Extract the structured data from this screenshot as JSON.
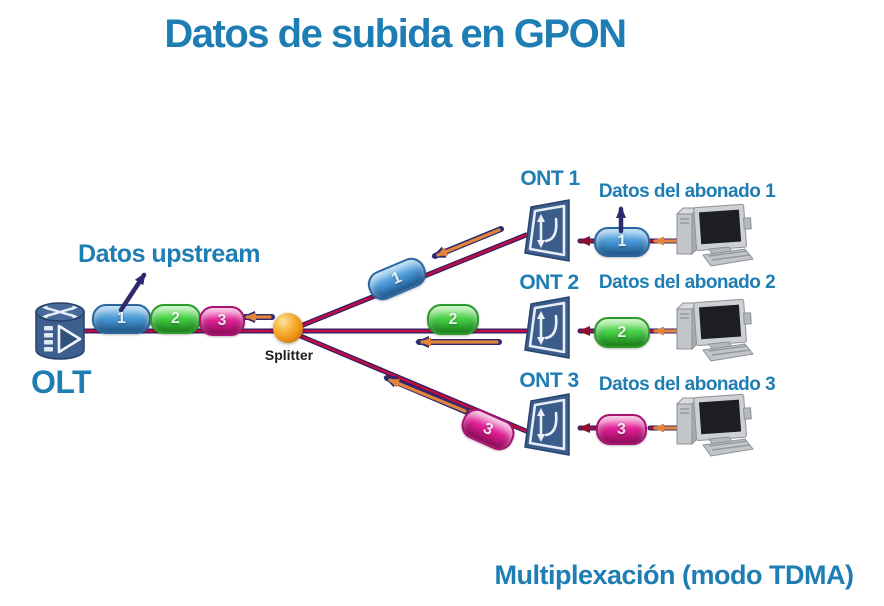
{
  "title": "Datos de subida en GPON",
  "footer": "Multiplexación (modo TDMA)",
  "upstream_label": "Datos upstream",
  "olt": {
    "label": "OLT"
  },
  "splitter": {
    "label": "Splitter"
  },
  "trunk_packets": [
    {
      "id": "1"
    },
    {
      "id": "2"
    },
    {
      "id": "3"
    }
  ],
  "branches": [
    {
      "ont_label": "ONT 1",
      "subscriber_label": "Datos del abonado 1",
      "packet": "1"
    },
    {
      "ont_label": "ONT 2",
      "subscriber_label": "Datos del abonado 2",
      "packet": "2"
    },
    {
      "ont_label": "ONT 3",
      "subscriber_label": "Datos del abonado 3",
      "packet": "3"
    }
  ],
  "colors": {
    "accent_teal": "#1e7db2",
    "device_blue": "#3c5d8c",
    "packet_blue": "#4b9ad8",
    "packet_green": "#47d147",
    "packet_pink": "#e32097",
    "fiber_red": "#bf0d3e",
    "fiber_purple": "#2e1e6a",
    "arrow_orange": "#e2843c",
    "arrow_navy": "#2e2a6e",
    "splitter_orange": "#f09a1e"
  }
}
